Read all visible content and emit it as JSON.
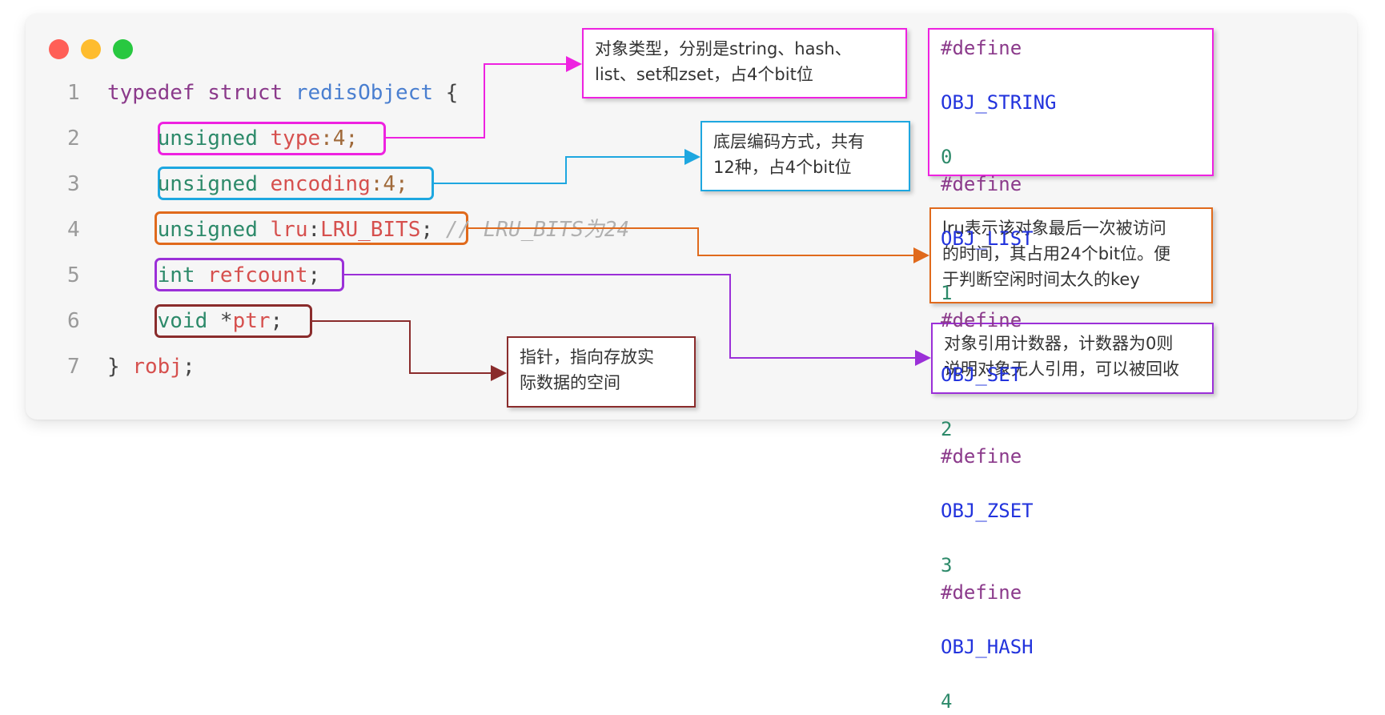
{
  "code": {
    "line_numbers": [
      "1",
      "2",
      "3",
      "4",
      "5",
      "6",
      "7"
    ],
    "line1": {
      "kw": "typedef struct",
      "name": "redisObject",
      "brace": "{"
    },
    "line2": {
      "type": "unsigned",
      "field": "type",
      "rest": ":4;"
    },
    "line3": {
      "type": "unsigned",
      "field": "encoding",
      "rest": ":4;"
    },
    "line4": {
      "type": "unsigned",
      "field": "lru",
      "colon": ":",
      "macro": "LRU_BITS",
      "semi": ";",
      "comment": "// LRU_BITS为24"
    },
    "line5": {
      "type": "int",
      "field": "refcount",
      "semi": ";"
    },
    "line6": {
      "type": "void",
      "star": "*",
      "field": "ptr",
      "semi": ";"
    },
    "line7": {
      "brace": "}",
      "name": "robj",
      "semi": ";"
    }
  },
  "notes": {
    "type_note": [
      "对象类型，分别是string、hash、",
      "list、set和zset，占4个bit位"
    ],
    "encoding_note": [
      "底层编码方式，共有",
      "12种，占4个bit位"
    ],
    "lru_note": [
      "lru表示该对象最后一次被访问",
      "的时间，其占用24个bit位。便",
      "于判断空闲时间太久的key"
    ],
    "refcount_note": [
      "对象引用计数器，计数器为0则",
      "说明对象无人引用，可以被回收"
    ],
    "ptr_note": [
      "指针，指向存放实",
      "际数据的空间"
    ]
  },
  "defines": [
    {
      "directive": "#define",
      "name": "OBJ_STRING",
      "value": "0"
    },
    {
      "directive": "#define",
      "name": "OBJ_LIST",
      "value": "1"
    },
    {
      "directive": "#define",
      "name": "OBJ_SET",
      "value": "2"
    },
    {
      "directive": "#define",
      "name": "OBJ_ZSET",
      "value": "3"
    },
    {
      "directive": "#define",
      "name": "OBJ_HASH",
      "value": "4"
    }
  ],
  "colors": {
    "window_red": "#ff5f57",
    "window_yellow": "#febc2e",
    "window_green": "#28c840",
    "keyword_purple": "#8b3a8b",
    "type_green": "#2d8a6a",
    "field_red": "#d6504e",
    "name_blue": "#4a7fd0",
    "number_brown": "#a06a3a",
    "comment_gray": "#b0b0b0",
    "magenta": "#ee22e0",
    "cyan": "#1ea7e0",
    "orange": "#e06a1c",
    "purple": "#9b30d8",
    "maroon": "#8a2c2c"
  },
  "icons": [
    "close-dot",
    "minimize-dot",
    "maximize-dot"
  ]
}
